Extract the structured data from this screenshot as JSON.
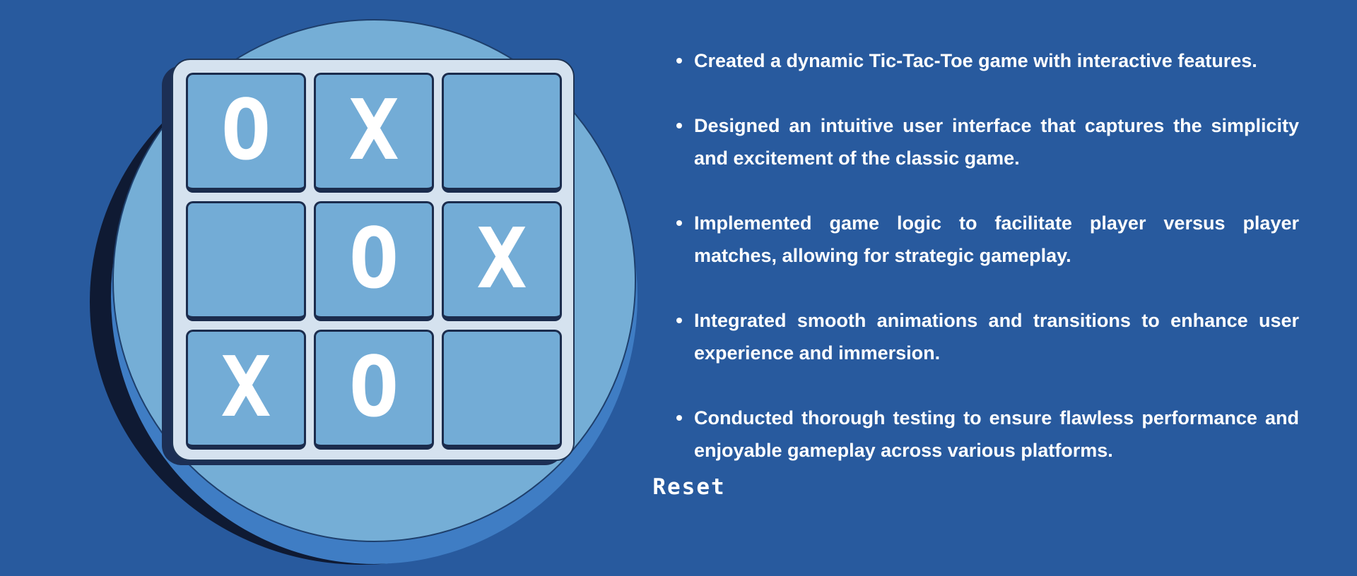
{
  "game": {
    "board": [
      [
        "O",
        "X",
        ""
      ],
      [
        "",
        "O",
        "X"
      ],
      [
        "X",
        "O",
        ""
      ]
    ],
    "reset_label": "Reset"
  },
  "features": [
    "Created a dynamic Tic-Tac-Toe game with interactive features.",
    "Designed an intuitive user interface that captures the simplicity and excitement of the classic game.",
    "Implemented game logic to facilitate player versus player matches, allowing for strategic gameplay.",
    "Integrated smooth animations and transitions to enhance user experience and immersion.",
    "Conducted thorough testing to ensure flawless performance and enjoyable gameplay across various platforms."
  ],
  "colors": {
    "background": "#285a9e",
    "circle": "#75aed6",
    "board": "#d5e2ef",
    "cell": "#73acd6",
    "cell_border": "#1b2c4d",
    "mark": "#ffffff"
  }
}
